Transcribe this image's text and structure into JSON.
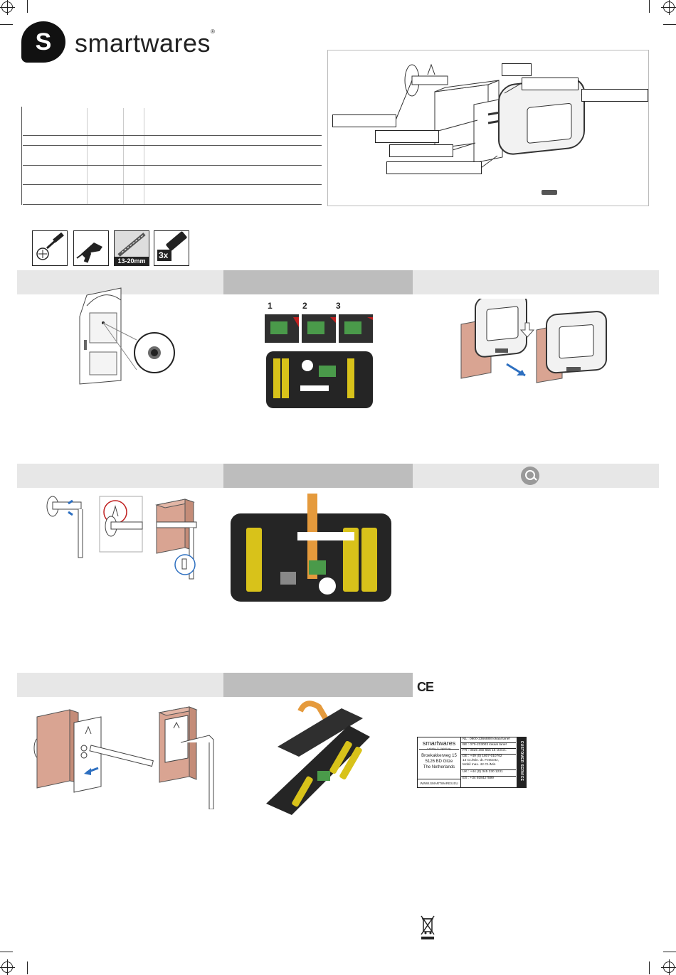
{
  "brand": {
    "logo_glyph": "S",
    "name": "smartwares",
    "registered_mark": "®"
  },
  "tools": [
    {
      "icon": "screwdriver-icon",
      "caption": ""
    },
    {
      "icon": "drill-icon",
      "caption": ""
    },
    {
      "icon": "drill-bit-icon",
      "caption": "13-20mm"
    },
    {
      "icon": "battery-icon",
      "caption": "3x"
    }
  ],
  "steps": {
    "battery_orientation": [
      "1",
      "2",
      "3"
    ]
  },
  "compliance": {
    "ce": "CE"
  },
  "service_label": {
    "brand": "smartwares",
    "tagline": "safety & lighting",
    "address": [
      "Broekakkerweg 15",
      "5126 BD Gilze",
      "The Netherlands"
    ],
    "website": "WWW.SMARTWARES.EU",
    "rows": [
      "NL : 0900-2366888  lokaal tarief",
      "BE : 070-233003  lokaal tarief",
      "FR : 0825 360 656  15 ct/min.",
      "DE : +49 (0) 1807-010762\n14 Ct./Min. dt. Festnetz,\nMobil max. 42 Ct./Min",
      "UK : +44 (0) 345 230 1231",
      "ES : +34 938427599"
    ],
    "side_text": "CUSTOMER SERVICE"
  },
  "colors": {
    "band_light": "#e7e7e7",
    "band_dark": "#bdbdbd",
    "wall_block": "#d9a492",
    "arrow_blue": "#2d6fc0",
    "flex_cable": "#e59a3c",
    "battery_yellow": "#d8c21a",
    "pcb_green": "#4a9a4a"
  }
}
